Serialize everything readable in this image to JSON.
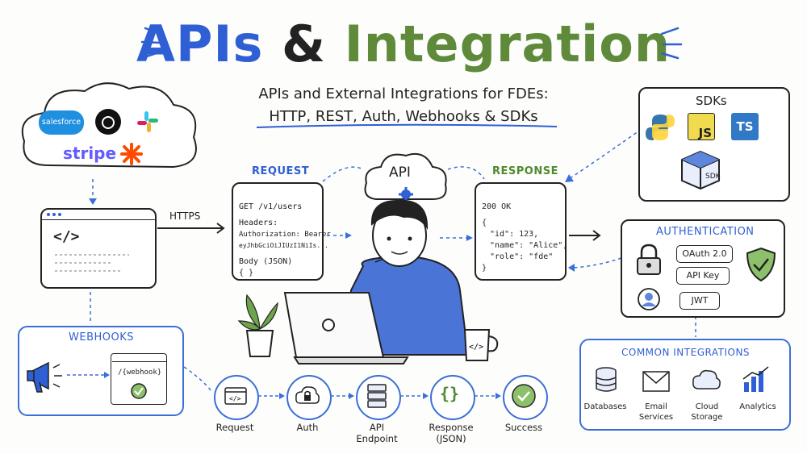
{
  "title": {
    "part1": "APIs",
    "amp": "&",
    "part2": "Integration"
  },
  "subtitle": {
    "line1": "APIs and External Integrations for FDEs:",
    "line2": "HTTP, REST, Auth, Webhooks & SDKs"
  },
  "cloud_logos": {
    "salesforce": "salesforce",
    "stripe": "stripe"
  },
  "https_label": "HTTPS",
  "request": {
    "label": "REQUEST",
    "line1": "GET /v1/users",
    "line2": "Headers:",
    "line3": "Authorization: Bearer",
    "line4": "eyJhbGciOiJIUzI1NiIs...",
    "line5": "Body (JSON)",
    "line6": "{ }"
  },
  "api_cloud_label": "API",
  "response": {
    "label": "RESPONSE",
    "line1": "200 OK",
    "line2": "{",
    "line3": "\"id\": 123,",
    "line4": "\"name\": \"Alice\",",
    "line5": "\"role\": \"fde\"",
    "line6": "}"
  },
  "sdks": {
    "label": "SDKs",
    "js": "JS",
    "ts": "TS",
    "sdk": "SDK"
  },
  "authentication": {
    "label": "AUTHENTICATION",
    "items": [
      "OAuth 2.0",
      "API Key",
      "JWT"
    ]
  },
  "webhooks": {
    "label": "WEBHOOKS",
    "endpoint": "/{webhook}"
  },
  "flow": [
    {
      "label": "Request"
    },
    {
      "label": "Auth"
    },
    {
      "label": "API\nEndpoint"
    },
    {
      "label": "Response\n(JSON)"
    },
    {
      "label": "Success"
    }
  ],
  "common_integrations": {
    "label": "COMMON INTEGRATIONS",
    "items": [
      "Databases",
      "Email\nServices",
      "Cloud\nStorage",
      "Analytics"
    ]
  },
  "colors": {
    "accent_blue": "#2f5fd4",
    "accent_green": "#5e8a3a"
  }
}
